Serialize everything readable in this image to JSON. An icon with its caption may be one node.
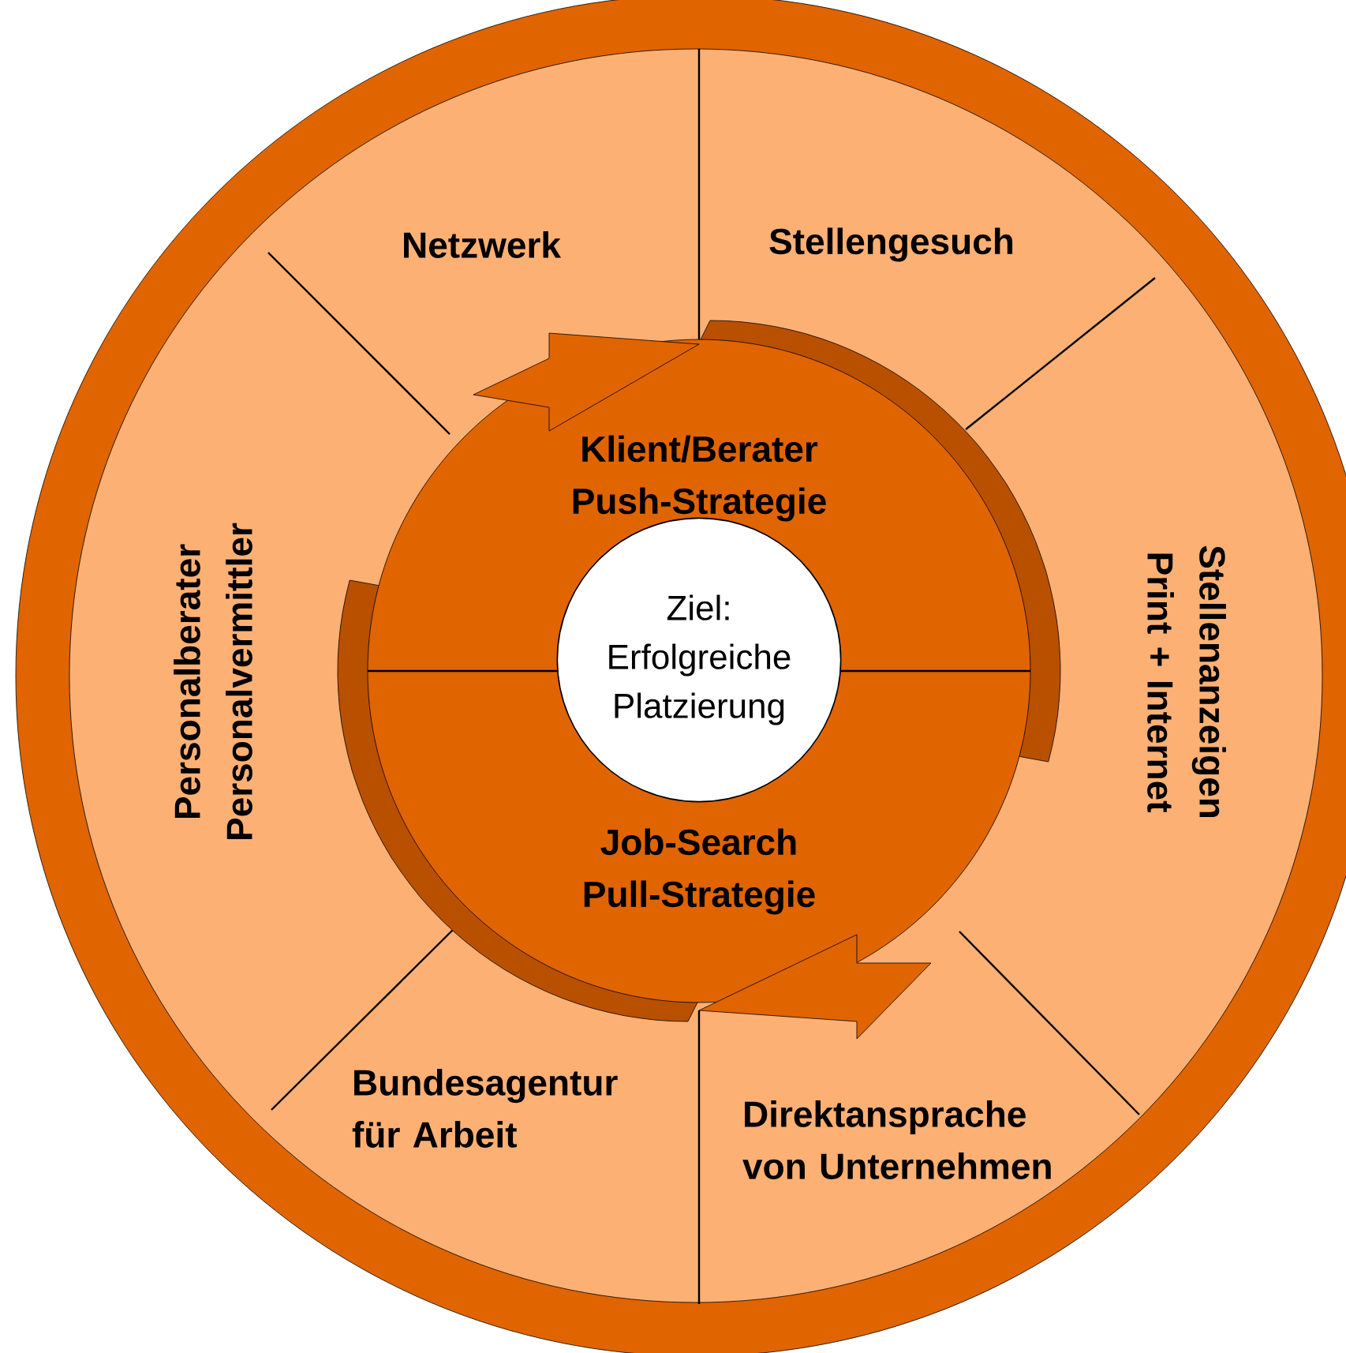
{
  "diagram": {
    "nodes": [
      {
        "text": [
          "Netzwerk"
        ]
      },
      {
        "text": [
          "Stellengesuch"
        ]
      },
      {
        "text": [
          "Stellenanzeigen Print + Internet"
        ]
      },
      {
        "text": [
          "Direktansprache von Unternehmen"
        ]
      },
      {
        "text": [
          "Bundesagentur für Arbeit"
        ]
      },
      {
        "text": [
          "Personalberater Personalvermittler"
        ]
      },
      {
        "text": [
          "Klient/Berater Push-Strategie"
        ]
      },
      {
        "text": [
          "Ziel: Erfolgreiche Platzierung"
        ]
      },
      {
        "text": [
          "Job-Search Pull-Strategie"
        ]
      }
    ]
  }
}
